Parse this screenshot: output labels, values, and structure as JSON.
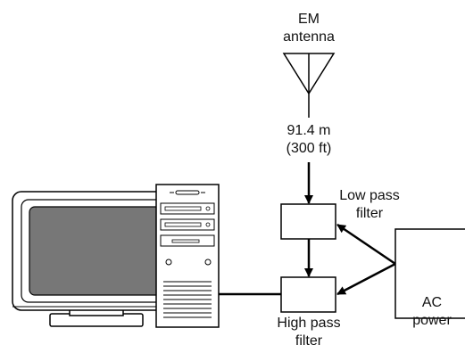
{
  "labels": {
    "antenna_line1": "EM",
    "antenna_line2": "antenna",
    "distance_line1": "91.4 m",
    "distance_line2": "(300 ft)",
    "low_pass_line1": "Low pass",
    "low_pass_line2": "filter",
    "high_pass_line1": "High pass",
    "high_pass_line2": "filter",
    "ac_line1": "AC",
    "ac_line2": "power"
  },
  "icons": {
    "antenna": "antenna-icon",
    "monitor": "crt-monitor-icon",
    "tower": "computer-tower-icon"
  }
}
